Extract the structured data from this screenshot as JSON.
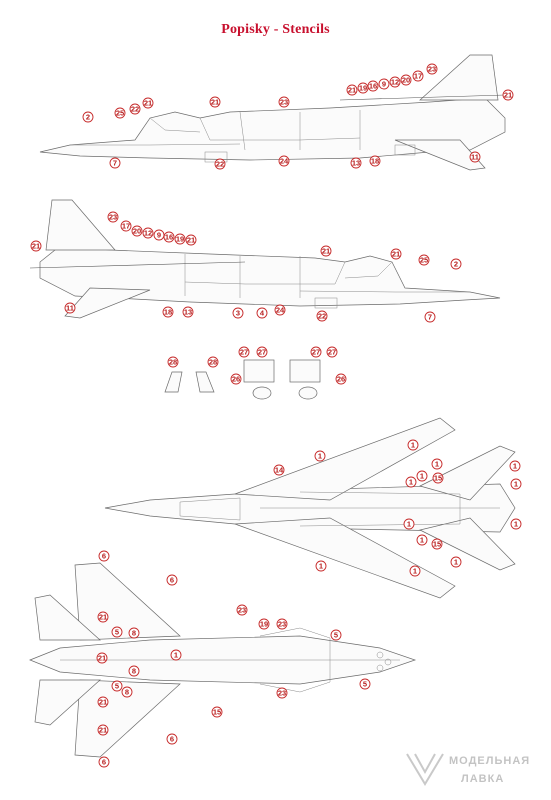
{
  "title": "Popisky - Stencils",
  "watermark": {
    "line1": "МОДЕЛЬНАЯ",
    "line2": "ЛАВКА"
  },
  "colors": {
    "title": "#c8102e",
    "callout": "#c62828",
    "line": "#666666"
  },
  "callouts": {
    "side_left": [
      "2",
      "25",
      "22",
      "21",
      "21",
      "23",
      "21",
      "19",
      "16",
      "9",
      "12",
      "20",
      "17",
      "23",
      "21",
      "7",
      "22",
      "24",
      "13",
      "18",
      "11"
    ],
    "side_right": [
      "23",
      "17",
      "20",
      "12",
      "9",
      "16",
      "19",
      "21",
      "21",
      "21",
      "21",
      "25",
      "2",
      "11",
      "18",
      "13",
      "3",
      "4",
      "24",
      "22",
      "7"
    ],
    "details": [
      "28",
      "28",
      "27",
      "27",
      "26",
      "27",
      "27",
      "26"
    ],
    "top_view": [
      "14",
      "1",
      "1",
      "1",
      "1",
      "1",
      "15",
      "1",
      "1",
      "1",
      "1",
      "15",
      "1",
      "1",
      "1",
      "1"
    ],
    "bottom_view": [
      "6",
      "6",
      "21",
      "5",
      "8",
      "21",
      "23",
      "19",
      "23",
      "5",
      "1",
      "8",
      "5",
      "8",
      "21",
      "15",
      "23",
      "6",
      "21",
      "6",
      "5"
    ]
  }
}
